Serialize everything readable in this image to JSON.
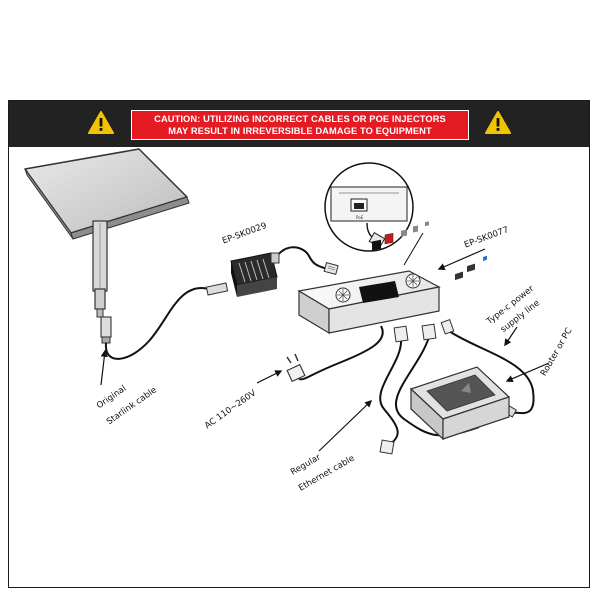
{
  "banner": {
    "line1": "CAUTION: UTILIZING INCORRECT CABLES OR POE INJECTORS",
    "line2": "MAY RESULT IN IRREVERSIBLE DAMAGE TO EQUIPMENT",
    "icon_left": "warning-triangle-icon",
    "icon_right": "warning-triangle-icon",
    "colors": {
      "bar": "#222222",
      "warning": "#e51b23",
      "icon": "#f2c300"
    }
  },
  "labels": {
    "adapter": "EP-SK0029",
    "injector": "EP-SK0077",
    "starlink_line1": "Original",
    "starlink_line2": "Starlink cable",
    "ac": "AC 110~260V",
    "ethernet_line1": "Regular",
    "ethernet_line2": "Ethernet cable",
    "typec_line1": "Type-c power",
    "typec_line2": "supply line",
    "router": "Router or PC"
  }
}
